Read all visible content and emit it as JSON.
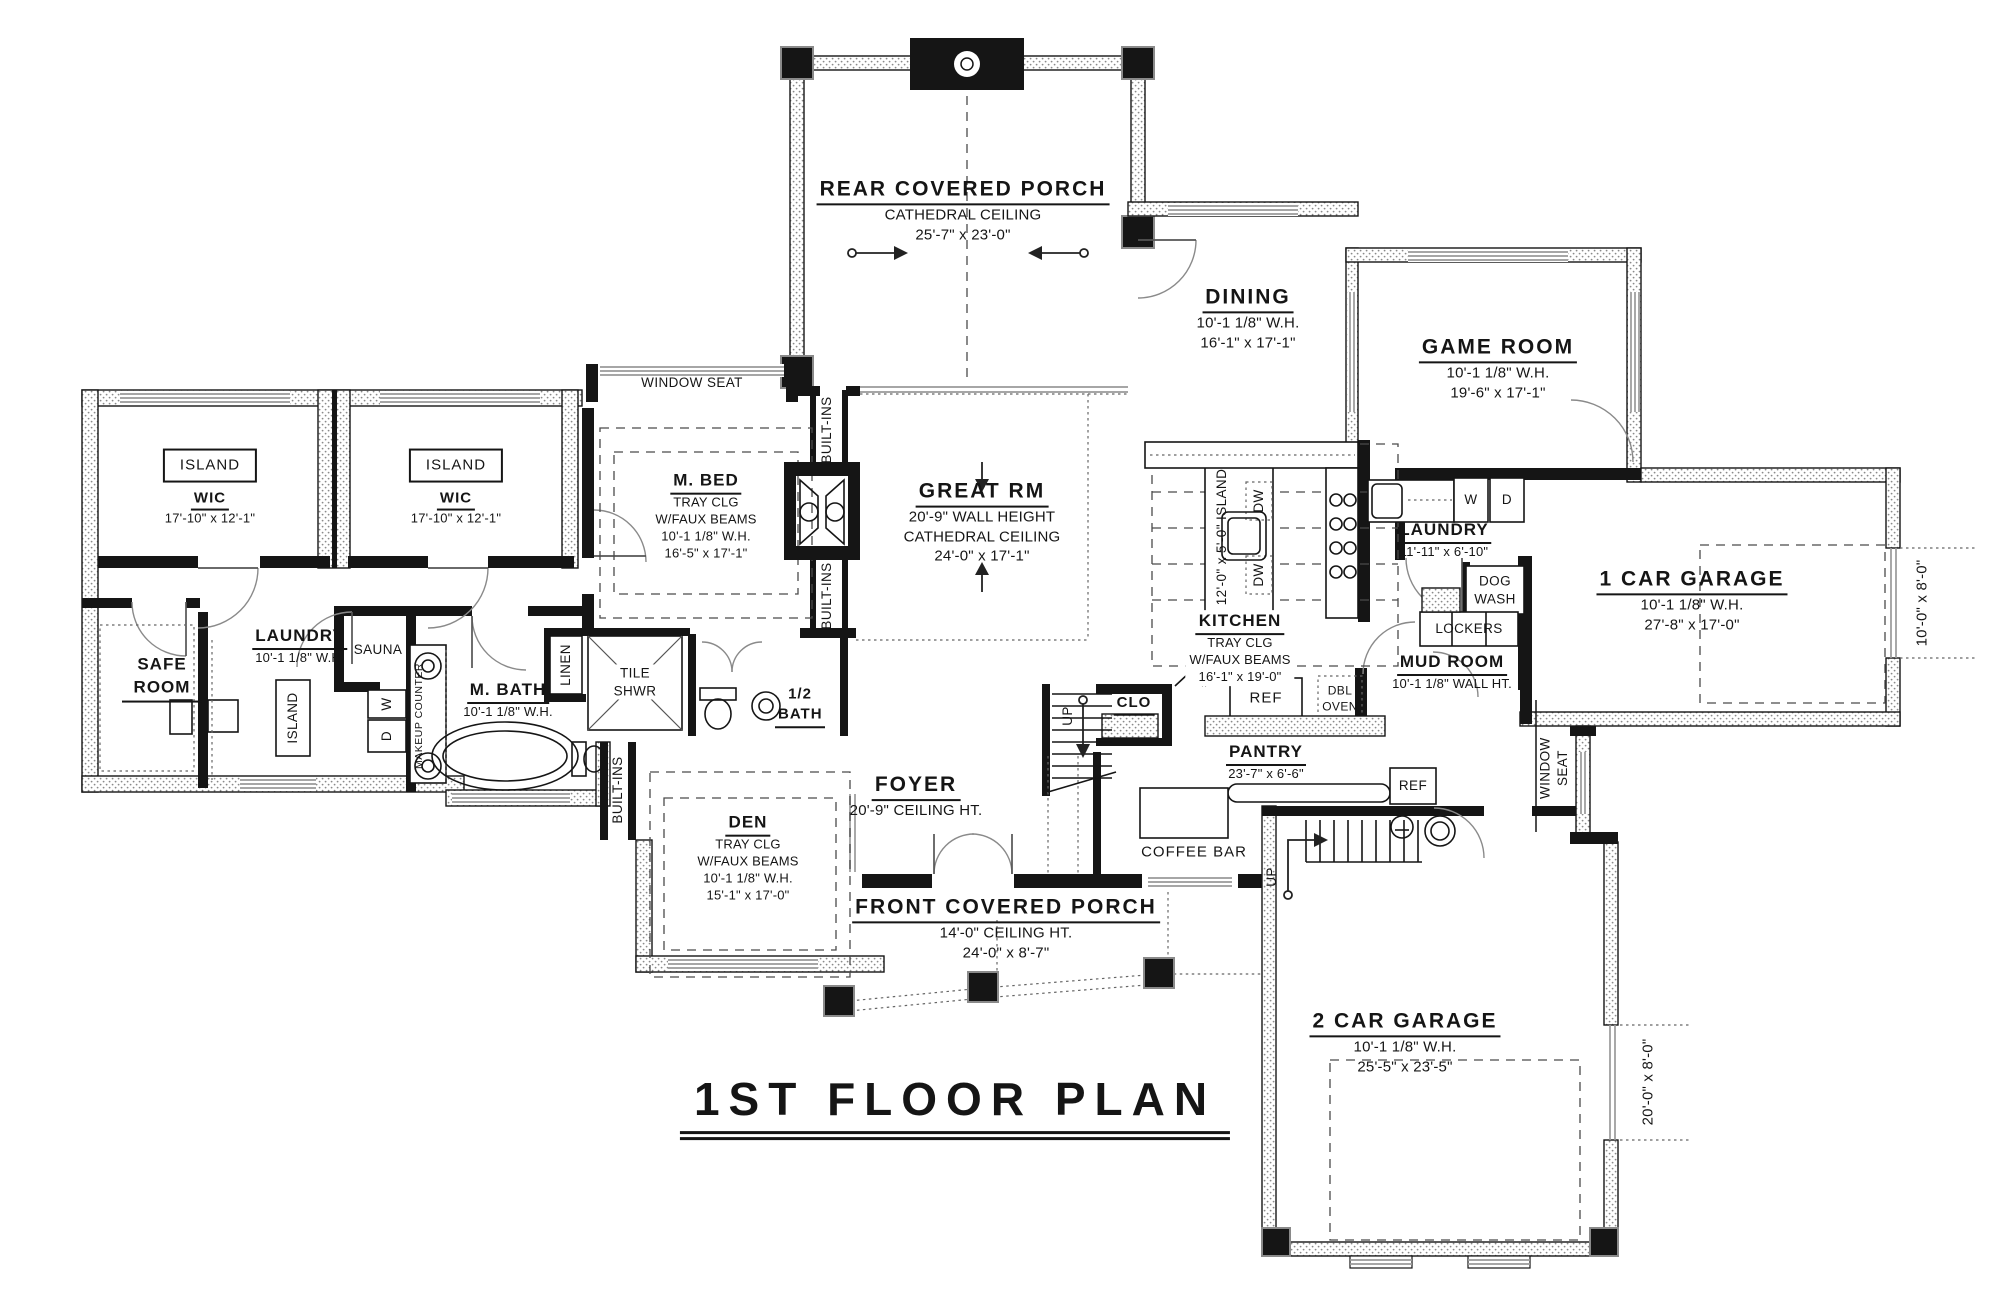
{
  "title": {
    "text": "1ST FLOOR PLAN"
  },
  "rooms": {
    "rear_porch": {
      "name": "REAR COVERED PORCH",
      "lines": [
        "CATHEDRAL CEILING",
        "25'-7\" x 23'-0\""
      ]
    },
    "dining": {
      "name": "DINING",
      "lines": [
        "10'-1 1/8\" W.H.",
        "16'-1\" x 17'-1\""
      ]
    },
    "game_room": {
      "name": "GAME ROOM",
      "lines": [
        "10'-1 1/8\" W.H.",
        "19'-6\" x 17'-1\""
      ]
    },
    "wic": {
      "name": "WIC",
      "lines": [
        "17'-10\" x 12'-1\""
      ]
    },
    "m_bed": {
      "name": "M. BED",
      "lines": [
        "TRAY CLG",
        "W/FAUX BEAMS",
        "10'-1 1/8\" W.H.",
        "16'-5\" x 17'-1\""
      ]
    },
    "great_rm": {
      "name": "GREAT RM",
      "lines": [
        "20'-9\" WALL HEIGHT",
        "CATHEDRAL CEILING",
        "24'-0\" x 17'-1\""
      ]
    },
    "kitchen": {
      "name": "KITCHEN",
      "lines": [
        "TRAY CLG",
        "W/FAUX BEAMS",
        "16'-1\" x 19'-0\""
      ]
    },
    "laundry_right": {
      "name": "LAUNDRY",
      "lines": [
        "11'-11\" x 6'-10\""
      ]
    },
    "one_car_garage": {
      "name": "1 CAR GARAGE",
      "lines": [
        "10'-1 1/8\" W.H.",
        "27'-8\" x 17'-0\""
      ],
      "door_dim": "10'-0\" x 8'-0\""
    },
    "safe_room": {
      "name": "SAFE ROOM"
    },
    "laundry_left": {
      "name": "LAUNDRY",
      "lines": [
        "10'-1 1/8\" W.H."
      ]
    },
    "m_bath": {
      "name": "M. BATH",
      "lines": [
        "10'-1 1/8\" W.H."
      ]
    },
    "tile_shwr": {
      "name": "TILE SHWR"
    },
    "half_bath": {
      "name": "1/2 BATH"
    },
    "foyer": {
      "name": "FOYER",
      "lines": [
        "20'-9\" CEILING HT."
      ]
    },
    "den": {
      "name": "DEN",
      "lines": [
        "TRAY CLG",
        "W/FAUX BEAMS",
        "10'-1 1/8\" W.H.",
        "15'-1\" x 17'-0\""
      ]
    },
    "front_porch": {
      "name": "FRONT COVERED PORCH",
      "lines": [
        "14'-0\" CEILING HT.",
        "24'-0\" x 8'-7\""
      ]
    },
    "pantry": {
      "name": "PANTRY",
      "lines": [
        "23'-7\" x 6'-6\""
      ]
    },
    "mud_room": {
      "name": "MUD ROOM",
      "lines": [
        "10'-1 1/8\" WALL HT."
      ]
    },
    "two_car_garage": {
      "name": "2 CAR GARAGE",
      "lines": [
        "10'-1 1/8\" W.H.",
        "25'-5\" x 23'-5\""
      ],
      "door_dim": "20'-0\" x 8'-0\""
    }
  },
  "labels": {
    "window_seat": "WINDOW SEAT",
    "built_ins": "BUILT-INS",
    "island": "ISLAND",
    "kitchen_island_dim": "12'-0\" x 5'-0\" ISLAND",
    "washer": "W",
    "dryer": "D",
    "dishwasher": "DW",
    "ref": "REF",
    "dbl_oven": "DBL OVEN",
    "up": "UP",
    "makeup_counter": "MAKEUP COUNTER",
    "sauna": "SAUNA",
    "linen": "LINEN",
    "clo": "CLO",
    "coffee_bar": "COFFEE BAR",
    "dog_wash": "DOG WASH",
    "lockers": "LOCKERS"
  },
  "colors": {
    "ink": "#151515",
    "hatch": "#8a8a8a"
  }
}
